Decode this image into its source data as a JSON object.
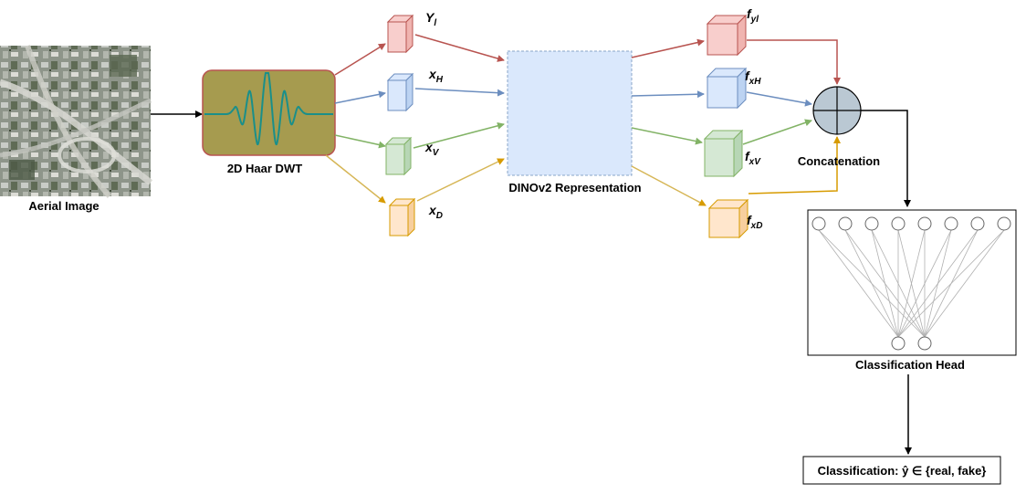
{
  "input": {
    "label": "Aerial Image"
  },
  "dwt": {
    "label": "2D Haar DWT"
  },
  "subbands": [
    {
      "main": "Y",
      "sub": "l",
      "stroke": "#b85450",
      "fill": "#f8cecc"
    },
    {
      "main": "x",
      "sub": "H",
      "stroke": "#6c8ebf",
      "fill": "#dae8fc"
    },
    {
      "main": "x",
      "sub": "V",
      "stroke": "#82b366",
      "fill": "#d5e8d4"
    },
    {
      "main": "x",
      "sub": "D",
      "stroke": "#d6b656",
      "fill": "#ffe6cc"
    }
  ],
  "backbone": {
    "label": "DINOv2 Representation"
  },
  "features": [
    {
      "main": "f",
      "sub": "yl"
    },
    {
      "main": "f",
      "sub": "xH"
    },
    {
      "main": "f",
      "sub": "xV"
    },
    {
      "main": "f",
      "sub": "xD"
    }
  ],
  "concat": {
    "label": "Concatenation"
  },
  "head": {
    "label": "Classification Head"
  },
  "output": {
    "label": "Classification: ŷ ∈ {real, fake}"
  },
  "colors": {
    "red": "#b85450",
    "blue": "#6c8ebf",
    "green": "#82b366",
    "orange": "#d6b656",
    "olive": "#a69b4f",
    "backbone_fill": "#dae8fc",
    "concat_fill": "#bac8d3"
  }
}
